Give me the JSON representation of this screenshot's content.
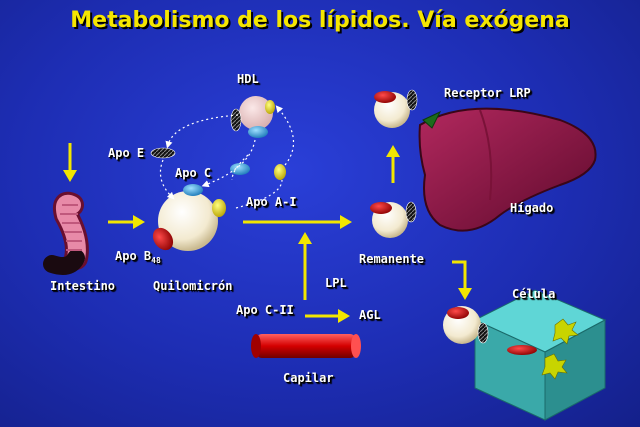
{
  "title": "Metabolismo de los lípidos. Vía exógena",
  "labels": {
    "hdl": "HDL",
    "receptor_lrp": "Receptor LRP",
    "apo_e": "Apo E",
    "apo_c": "Apo C",
    "apo_a1": "Apo A-I",
    "apo_b48_prefix": "Apo B",
    "apo_b48_sub": "48",
    "higado": "Hígado",
    "intestino": "Intestino",
    "quilomicron": "Quilomicrón",
    "remanente": "Remanente",
    "lpl": "LPL",
    "celula": "Célula",
    "apo_c2": "Apo C-II",
    "agl": "AGL",
    "capilar": "Capilar"
  },
  "colors": {
    "title": "#f5e600",
    "arrows": "#f2e600",
    "background": "#1f2fb4"
  }
}
